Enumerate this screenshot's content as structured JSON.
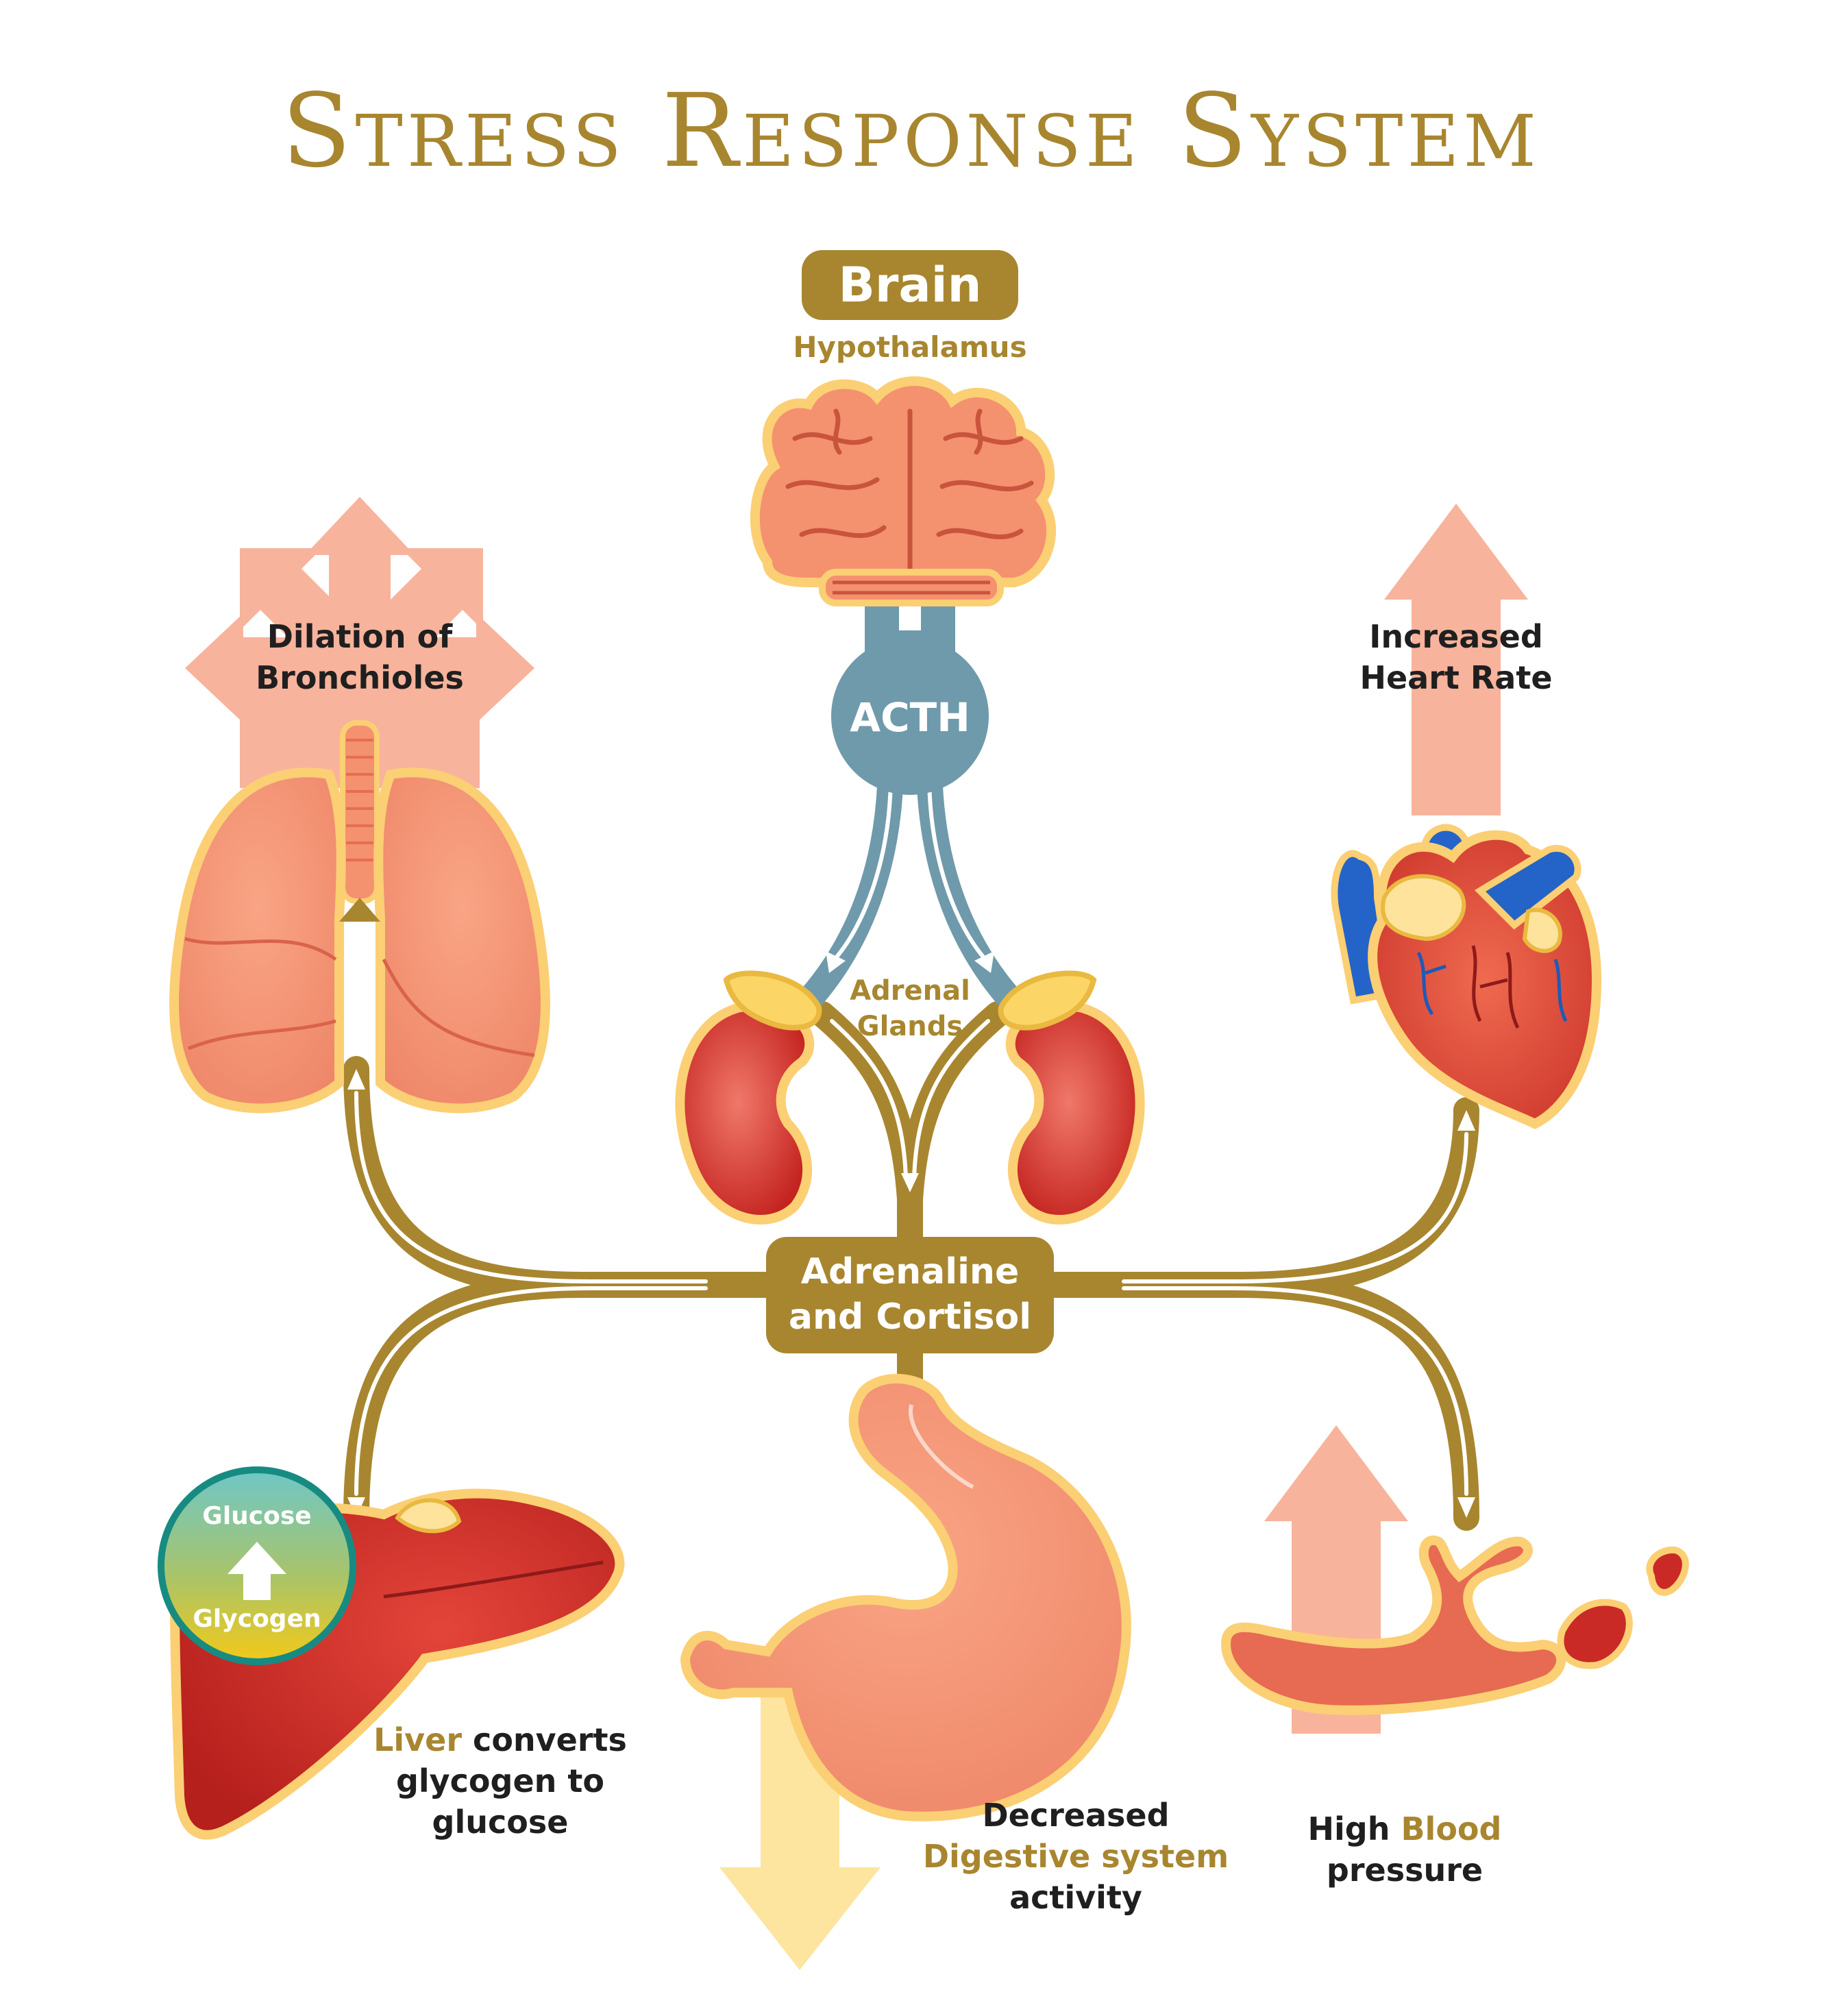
{
  "title": "Stress Response System",
  "brain": {
    "label": "Brain",
    "sublabel": "Hypothalamus"
  },
  "acth": {
    "label": "ACTH"
  },
  "adrenal": {
    "line1": "Adrenal",
    "line2": "Glands"
  },
  "hub": {
    "line1": "Adrenaline",
    "line2": "and Cortisol"
  },
  "lungs": {
    "line1": "Dilation of",
    "line2": "Bronchioles"
  },
  "heart": {
    "line1": "Increased",
    "line2": "Heart Rate"
  },
  "liver": {
    "highlight": "Liver",
    "rest1": " converts",
    "line2": "glycogen to",
    "line3": "glucose",
    "badge_top": "Glucose",
    "badge_bottom": "Glycogen"
  },
  "stomach": {
    "line1": "Decreased",
    "line2": "Digestive system",
    "line3": "activity"
  },
  "blood": {
    "pre": "High ",
    "highlight": "Blood",
    "line2": "pressure"
  },
  "colors": {
    "gold": "#a8862f",
    "acth": "#6f9aab",
    "organ": "#f0957a",
    "organ_dark": "#d44a3a",
    "kidney": "#d8362f",
    "arrow_salmon": "#f7b39b",
    "arrow_yellow": "#fde7a2"
  }
}
